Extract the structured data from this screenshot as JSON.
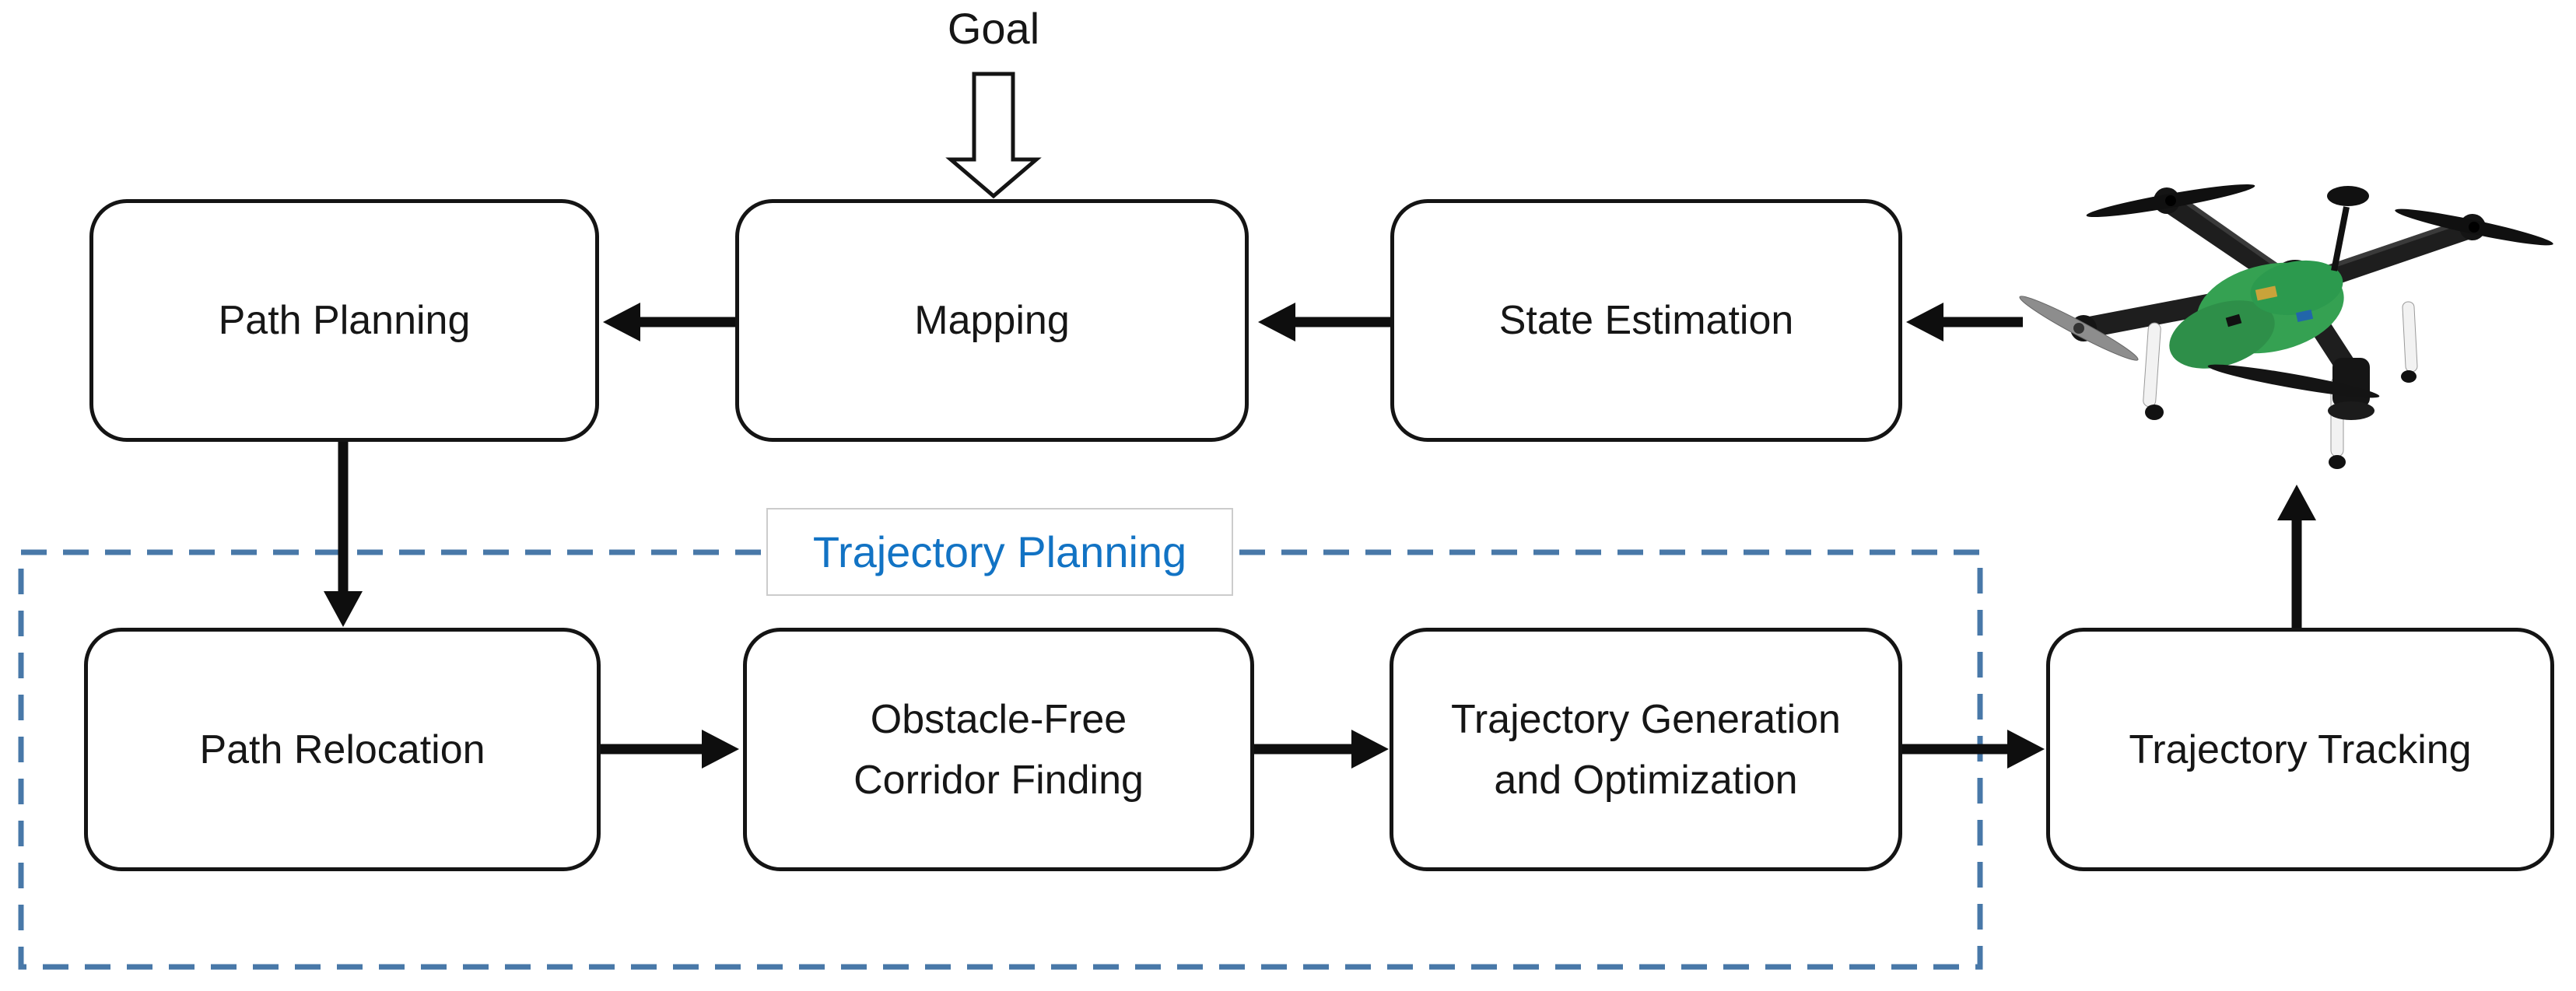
{
  "diagram": {
    "goal_label": "Goal",
    "group_label": "Trajectory Planning",
    "nodes": {
      "path_planning": "Path Planning",
      "mapping": "Mapping",
      "state_estimation": "State Estimation",
      "path_relocation": "Path Relocation",
      "obstacle_free_corridor_finding": "Obstacle-Free Corridor Finding",
      "trajectory_generation_and_optimization": "Trajectory Generation and Optimization",
      "trajectory_tracking": "Trajectory Tracking"
    },
    "colors": {
      "box_border": "#141414",
      "arrow": "#0e0e0e",
      "dashed_group_border": "#4878A8",
      "group_label_text": "#1273C4",
      "group_label_box_border": "#cccccc",
      "background": "#ffffff",
      "drone_body_green": "#35a152"
    }
  }
}
